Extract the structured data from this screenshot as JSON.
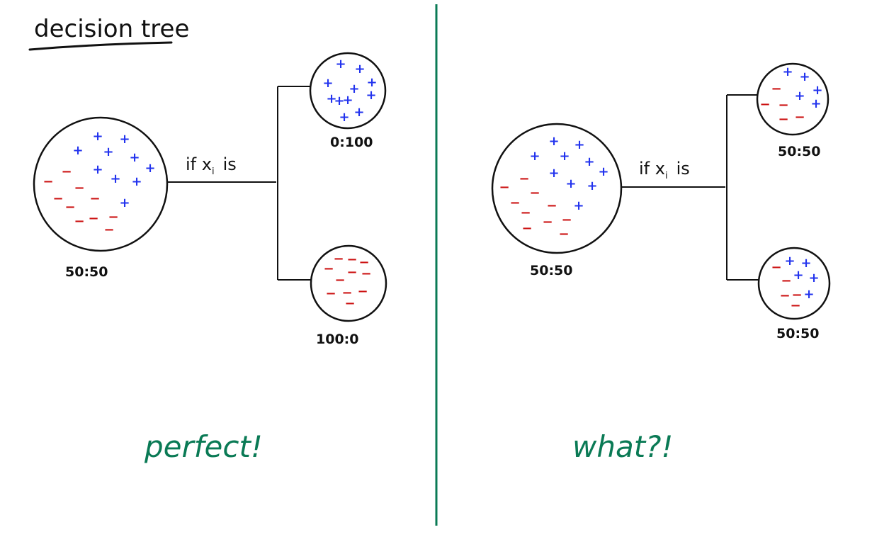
{
  "title": "decision tree",
  "colors": {
    "ink": "#111111",
    "plus": "#2233ee",
    "minus": "#cc1111",
    "accent": "#0a7a55"
  },
  "left_panel": {
    "root_ratio": "50:50",
    "condition": "if x",
    "condition_subscript": "i",
    "condition_suffix": "is",
    "top_leaf_ratio": "0:100",
    "bottom_leaf_ratio": "100:0",
    "verdict": "perfect!"
  },
  "right_panel": {
    "root_ratio": "50:50",
    "condition": "if x",
    "condition_subscript": "i",
    "condition_suffix": "is",
    "top_leaf_ratio": "50:50",
    "bottom_leaf_ratio": "50:50",
    "verdict": "what?!"
  },
  "symbols": {
    "plus": "+",
    "minus": "−"
  }
}
